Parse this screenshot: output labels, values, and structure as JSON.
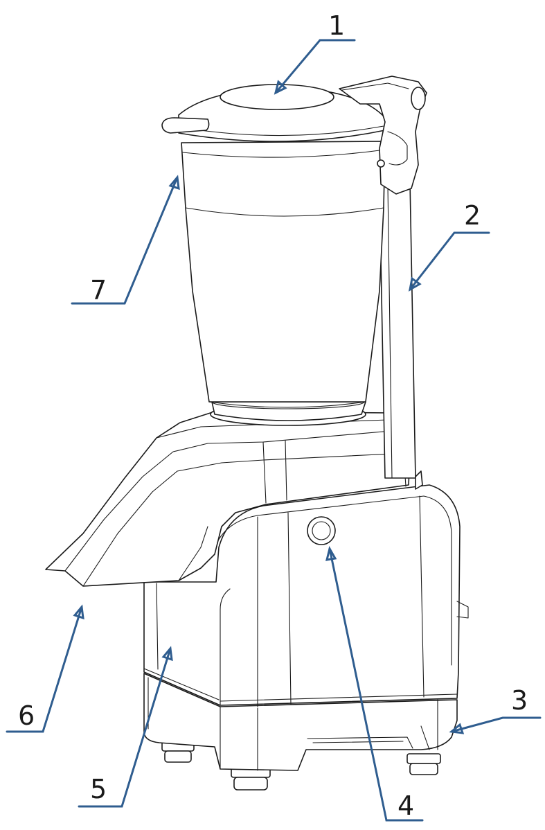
{
  "figure": {
    "accent_color": "#2f5d8f",
    "line_color": "#1a1a1a"
  },
  "callouts": [
    {
      "number": "1"
    },
    {
      "number": "2"
    },
    {
      "number": "3"
    },
    {
      "number": "4"
    },
    {
      "number": "5"
    },
    {
      "number": "6"
    },
    {
      "number": "7"
    }
  ]
}
